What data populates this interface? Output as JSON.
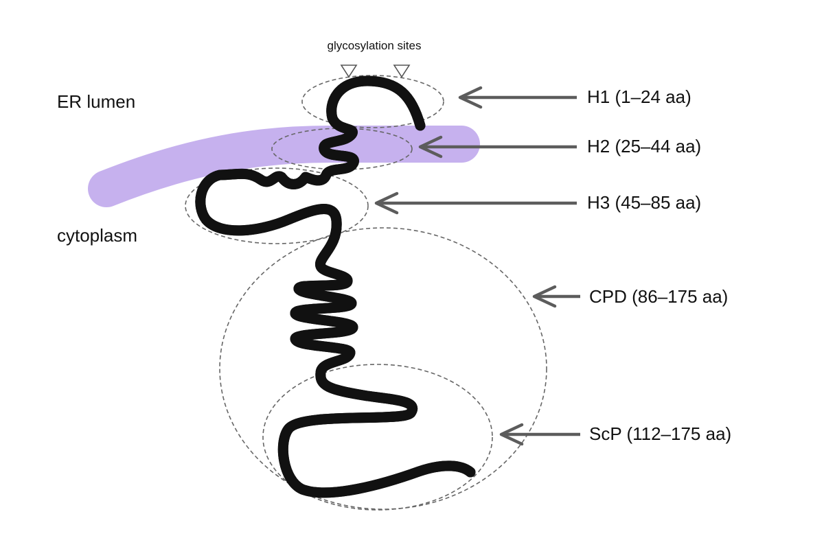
{
  "compartments": {
    "lumen": "ER lumen",
    "cytoplasm": "cytoplasm"
  },
  "glycosylation_label": "glycosylation sites",
  "regions": [
    {
      "id": "h1",
      "label": "H1 (1–24 aa)"
    },
    {
      "id": "h2",
      "label": "H2 (25–44 aa)"
    },
    {
      "id": "h3",
      "label": "H3 (45–85 aa)"
    },
    {
      "id": "cpd",
      "label": "CPD (86–175 aa)"
    },
    {
      "id": "scp",
      "label": "ScP (112–175 aa)"
    }
  ],
  "colors": {
    "membrane": "#c6b1ee",
    "chain_start": "#33cc33",
    "chain_mid": "#2a9b7a",
    "chain_end": "#2a5ff0",
    "arrow": "#5c5c5c"
  }
}
